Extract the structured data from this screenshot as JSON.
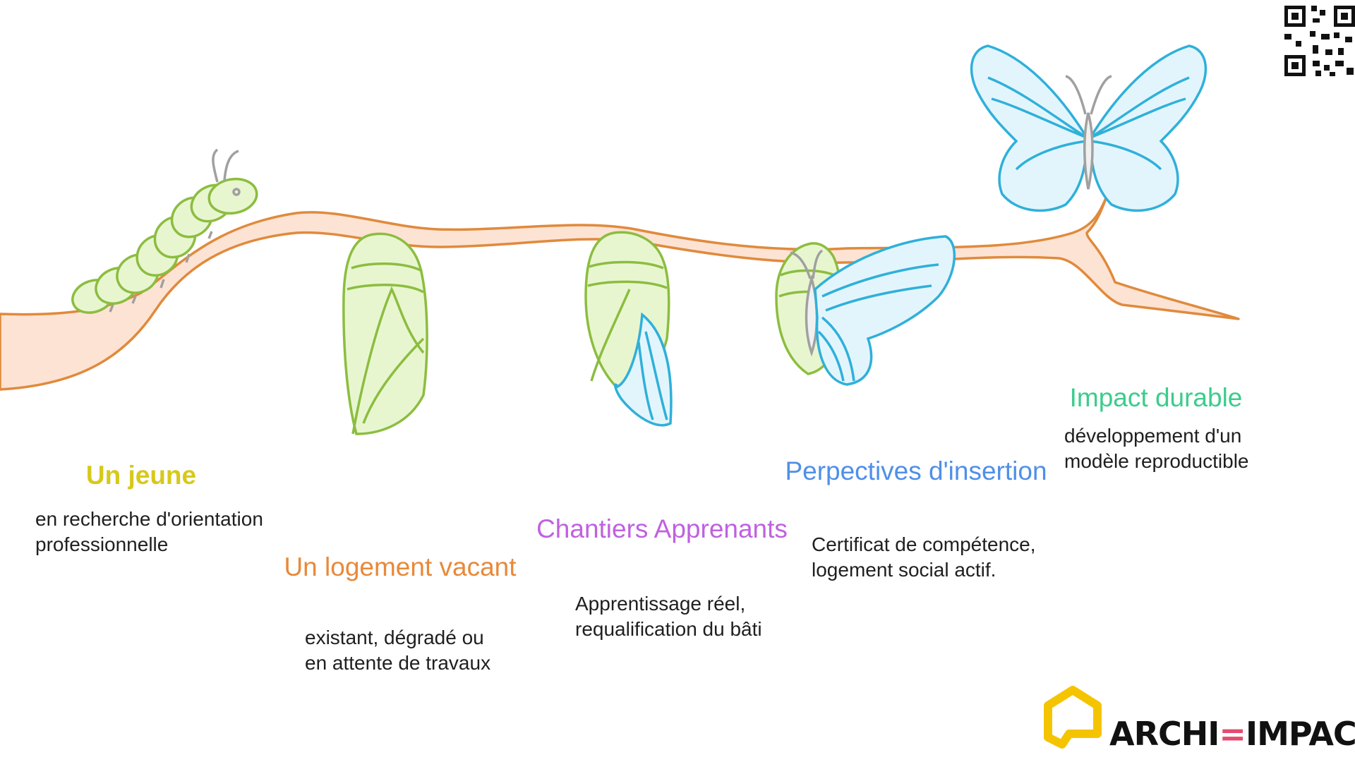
{
  "colors": {
    "branch_stroke": "#e08a3c",
    "branch_fill": "#fde3d4",
    "green": "#8cbd3f",
    "green_fill": "#e8f6d0",
    "blue": "#2fb0da",
    "blue_fill": "#e3f5fc",
    "antenna": "#a0a0a0",
    "logo_yellow": "#f5c400",
    "logo_pink": "#e64b6e",
    "logo_blue": "#3db8e8"
  },
  "stages": [
    {
      "title": "Un jeune",
      "description": "en recherche d'orientation\nprofessionnelle",
      "color": "#d6c91c",
      "icon": "caterpillar-icon"
    },
    {
      "title": "Un logement vacant",
      "description": "existant, dégradé ou\nen attente de travaux",
      "color": "#e8893a",
      "icon": "chrysalis-icon"
    },
    {
      "title": "Chantiers Apprenants",
      "description": "Apprentissage réel,\nrequalification du bâti",
      "color": "#c061e0",
      "icon": "chrysalis-wing-icon"
    },
    {
      "title": "Perpectives d'insertion",
      "description": "Certificat de compétence,\nlogement social actif.",
      "color": "#4f8fe8",
      "icon": "emerging-butterfly-icon"
    },
    {
      "title": "Impact durable",
      "description": "développement d'un\nmodèle reproductible",
      "color": "#3ccc8c",
      "icon": "butterfly-icon"
    }
  ],
  "logo": {
    "text_left": "ARCHI",
    "separator": "=",
    "text_right": "IMPACT",
    "icon": "house-outline-icon"
  },
  "qr": {
    "icon": "qr-code-icon"
  }
}
